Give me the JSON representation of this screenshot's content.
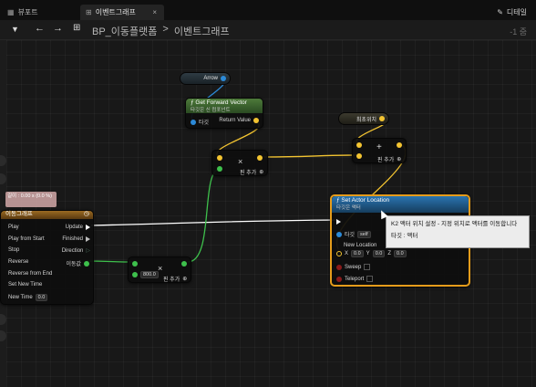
{
  "tabs": [
    {
      "label": "뷰포트",
      "icon": "viewport-icon"
    },
    {
      "label": "이벤트그래프",
      "icon": "graph-icon",
      "close": "×"
    }
  ],
  "details_tab": {
    "label": "디테일",
    "icon": "pencil-icon"
  },
  "toolbar": {
    "breadcrumb": [
      "BP_이동플랫폼",
      ">",
      "이벤트그래프"
    ],
    "zoom": "-1 줌"
  },
  "nodes": {
    "arrow": {
      "label": "Arrow"
    },
    "get_forward_vector": {
      "title": "Get Forward Vector",
      "subtitle": "타깃은 신 컴포넌트",
      "target_label": "타깃",
      "return_label": "Return Value"
    },
    "multiply": {
      "symbol": "×",
      "add_pin": "핀 추가"
    },
    "start_location": {
      "label": "최초위치"
    },
    "add": {
      "symbol": "+",
      "add_pin": "핀 추가"
    },
    "timeline": {
      "title": "이동그래프",
      "length_text": "길이 : 0.00 s (0.0 %)",
      "inputs": [
        "Play",
        "Play from Start",
        "Stop",
        "Reverse",
        "Reverse from End",
        "Set New Time",
        "New Time"
      ],
      "new_time_value": "0.0",
      "outputs": [
        "Update",
        "Finished",
        "Direction",
        "이동값"
      ]
    },
    "multiply2": {
      "symbol": "×",
      "value": "800.0",
      "add_pin": "핀 추가"
    },
    "set_actor_location": {
      "title": "Set Actor Location",
      "subtitle": "타깃은 액터",
      "target_label": "타깃",
      "target_value": "self",
      "new_location_label": "New Location",
      "new_location": {
        "x": "0.0",
        "y": "0.0",
        "z": "0.0"
      },
      "axis_labels": [
        "X",
        "Y",
        "Z"
      ],
      "sweep_label": "Sweep",
      "teleport_label": "Teleport"
    }
  },
  "tooltip": {
    "line1": "K2 액터 위치 설정 - 지정 위치로 액터를 이동합니다",
    "line2": "타깃 : 액터"
  },
  "colors": {
    "exec_wire": "#ffffff",
    "vector_wire": "#f3c431",
    "float_wire": "#3ec04c",
    "object_wire": "#2c8ad8",
    "selected_outline": "#e59c1b",
    "func_header": "#3b5f32",
    "call_header": "#1f5a8a",
    "timeline_header": "#8a5c1a"
  }
}
